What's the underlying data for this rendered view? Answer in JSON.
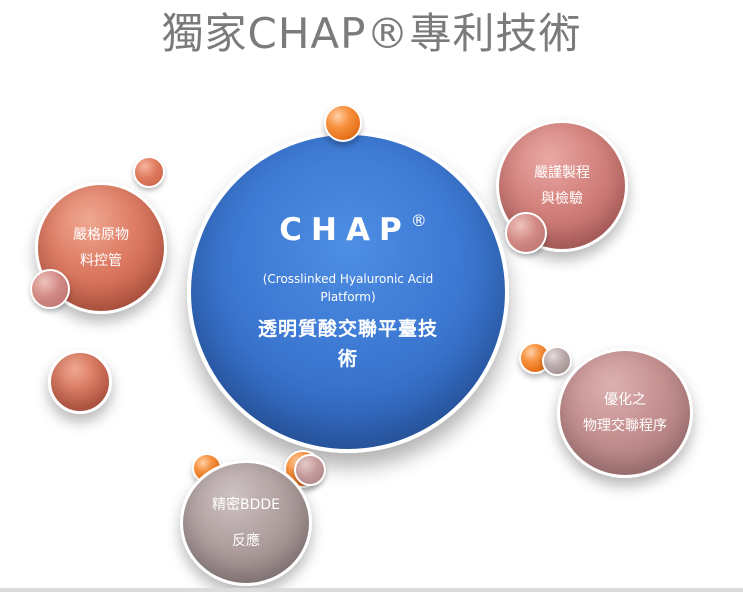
{
  "title": "獨家CHAP®專利技術",
  "center": {
    "logo": "CHAP",
    "logo_mark": "®",
    "subtitle_line1": "(Crosslinked Hyaluronic Acid",
    "subtitle_line2": "Platform)",
    "chinese_line1": "透明質酸交聯平臺技",
    "chinese_line2": "術"
  },
  "nodes": {
    "raw_material": {
      "line1": "嚴格原物",
      "line2": "料控管"
    },
    "strict_process": {
      "line1": "嚴謹製程",
      "line2": "與檢驗"
    },
    "optimization": {
      "line1": "優化之",
      "line2": "物理交聯程序"
    },
    "bdde": {
      "line1": "精密BDDE",
      "line2": "反應"
    }
  },
  "colors": {
    "title": "#7b7b7b",
    "center_blue": "#3c78d2",
    "orange_accent": "#f7923f",
    "red_node": "#df7e66",
    "pink_node": "#d68580",
    "mauve_node": "#c69292",
    "grey_node": "#b2a2a2"
  }
}
